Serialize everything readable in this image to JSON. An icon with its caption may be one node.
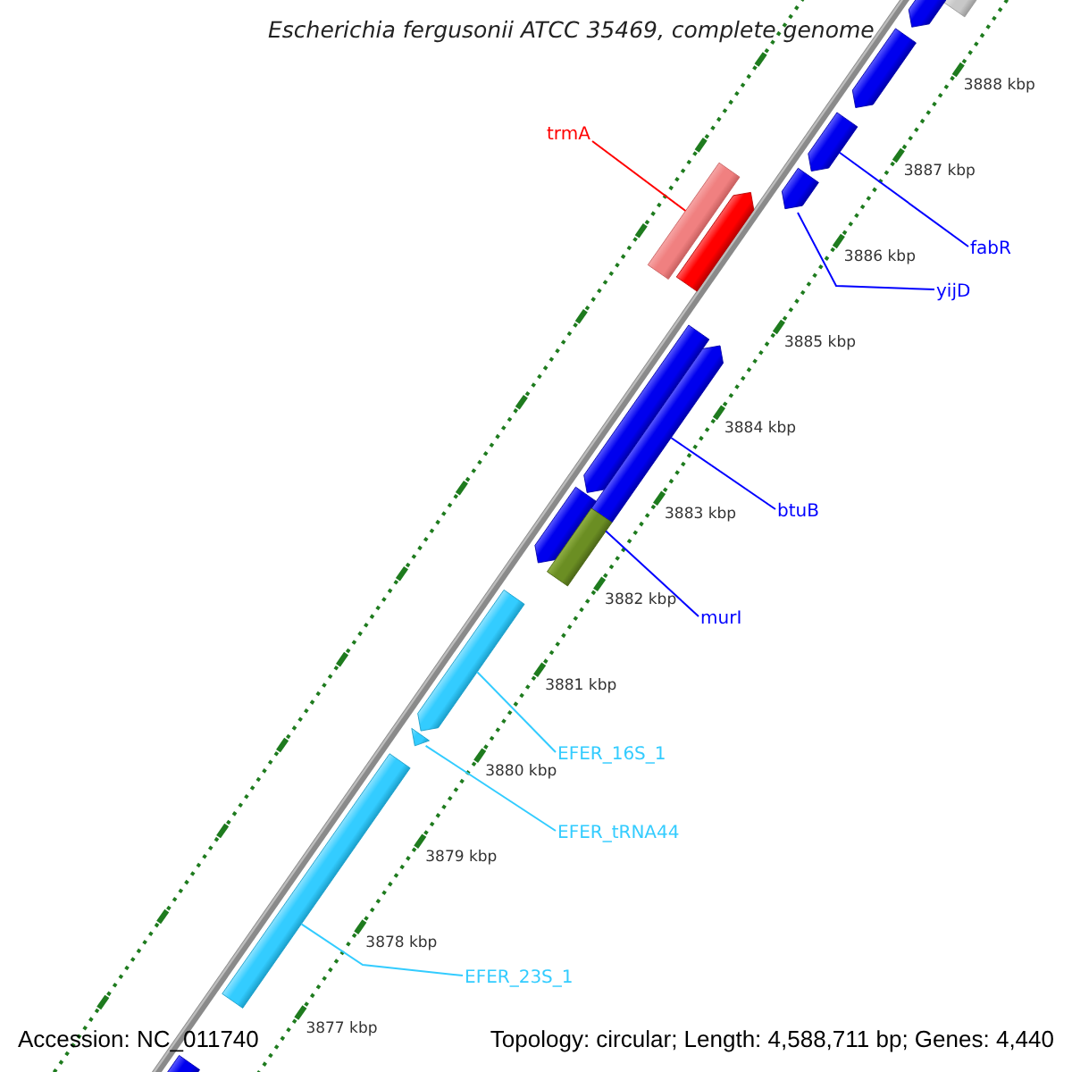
{
  "diagram": {
    "title": "Escherichia fergusonii ATCC 35469, complete genome",
    "nodes": [
      {
        "text": [],
        "shape": "bar"
      },
      {
        "text": [],
        "shape": "arrow"
      },
      {
        "text": [],
        "shape": "arrow"
      },
      {
        "text": [
          "trmA"
        ]
      },
      {
        "text": [],
        "shape": "arrow"
      },
      {
        "text": [],
        "shape": "bar"
      },
      {
        "text": [],
        "shape": "arrow"
      },
      {
        "text": [
          "fabR"
        ]
      },
      {
        "text": [],
        "shape": "arrow"
      },
      {
        "text": [
          "yijD"
        ]
      },
      {
        "text": [],
        "shape": "arrow"
      },
      {
        "text": [],
        "shape": "arrow"
      },
      {
        "text": [
          "btuB"
        ]
      },
      {
        "text": [],
        "shape": "arrow"
      },
      {
        "text": [],
        "shape": "bar"
      },
      {
        "text": [
          "murI"
        ]
      },
      {
        "text": [],
        "shape": "arrow"
      },
      {
        "text": [
          "EFER_16S_1"
        ]
      },
      {
        "text": [],
        "shape": "triangle"
      },
      {
        "text": [
          "EFER_tRNA44"
        ]
      },
      {
        "text": [],
        "shape": "bar"
      },
      {
        "text": [
          "EFER_23S_1"
        ]
      },
      {
        "text": [],
        "shape": "bar"
      }
    ],
    "edges": [
      {
        "from": 3,
        "to": 5,
        "arrow": "none",
        "color": "#ff0000"
      },
      {
        "from": 7,
        "to": 4,
        "arrow": "none"
      },
      {
        "from": 9,
        "to": 8,
        "arrow": "none"
      },
      {
        "from": 12,
        "to": 11,
        "arrow": "none"
      },
      {
        "from": 15,
        "to": 14,
        "arrow": "none"
      },
      {
        "from": 17,
        "to": 16,
        "arrow": "none",
        "color": "#33ccff"
      },
      {
        "from": 19,
        "to": 18,
        "arrow": "none",
        "color": "#33ccff"
      },
      {
        "from": 21,
        "to": 20,
        "arrow": "none",
        "color": "#33ccff"
      }
    ],
    "labels": [
      "3877 kbp",
      "3878 kbp",
      "3879 kbp",
      "3880 kbp",
      "3881 kbp",
      "3882 kbp",
      "3883 kbp",
      "3884 kbp",
      "3885 kbp",
      "3886 kbp",
      "3887 kbp",
      "3888 kbp",
      "Accession: NC_011740",
      "Topology: circular; Length: 4,588,711 bp; Genes: 4,440"
    ]
  }
}
